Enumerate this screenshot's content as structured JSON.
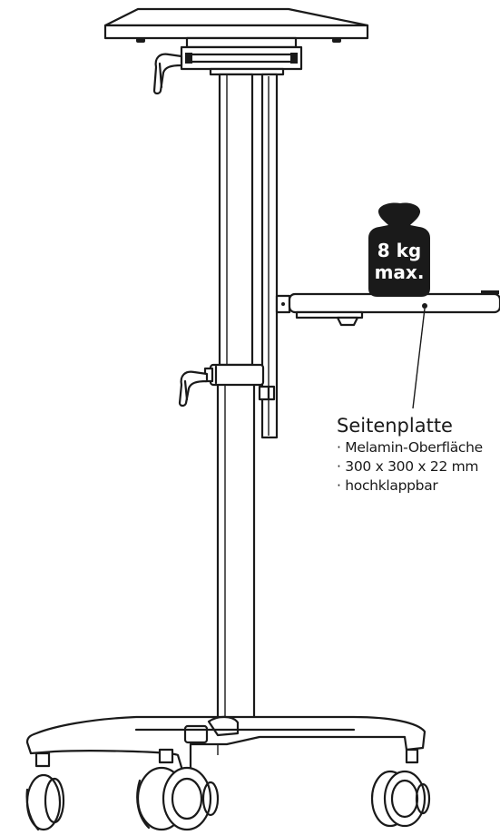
{
  "weight": {
    "amount": "8 kg",
    "limit": "max."
  },
  "callout": {
    "title": "Seitenplatte",
    "items": [
      "· Melamin-Oberfläche",
      "· 300 x 300 x 22 mm",
      "· hochklappbar"
    ]
  }
}
